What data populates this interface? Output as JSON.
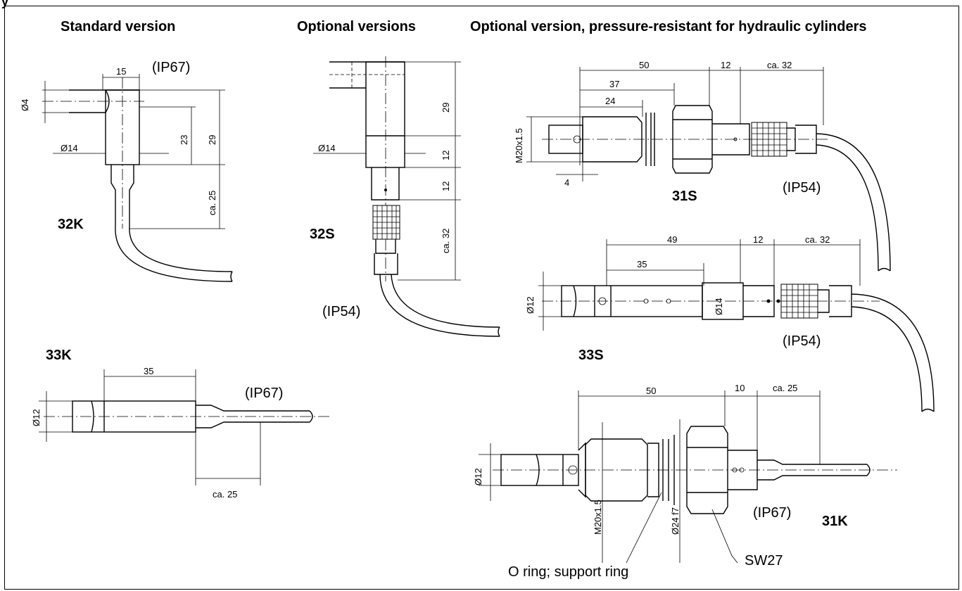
{
  "top_stub": "y",
  "headers": {
    "standard": "Standard version",
    "optional": "Optional versions",
    "pressure": "Optional version, pressure-resistant for hydraulic cylinders"
  },
  "models": {
    "k32": "32K",
    "s32": "32S",
    "k33": "33K",
    "s31": "31S",
    "s33": "33S",
    "k31": "31K"
  },
  "ratings": {
    "ip67_a": "(IP67)",
    "ip54_32s": "(IP54)",
    "ip67_33k": "(IP67)",
    "ip54_31s": "(IP54)",
    "ip54_33s": "(IP54)",
    "ip67_31k": "(IP67)"
  },
  "dims": {
    "k32_15": "15",
    "k32_d4": "Ø4",
    "k32_d14": "Ø14",
    "k32_23": "23",
    "k32_29": "29",
    "k32_ca25": "ca. 25",
    "s32_29": "29",
    "s32_d14": "Ø14",
    "s32_12a": "12",
    "s32_12b": "12",
    "s32_ca32": "ca. 32",
    "k33_35": "35",
    "k33_d12": "Ø12",
    "k33_ca25": "ca. 25",
    "s31_50": "50",
    "s31_12": "12",
    "s31_ca32": "ca. 32",
    "s31_37": "37",
    "s31_24": "24",
    "s31_m20": "M20x1.5",
    "s31_4": "4",
    "s33_49": "49",
    "s33_12": "12",
    "s33_ca32": "ca. 32",
    "s33_35": "35",
    "s33_d12": "Ø12",
    "s33_d14": "Ø14",
    "k31_50": "50",
    "k31_10": "10",
    "k31_ca25": "ca. 25",
    "k31_d12": "Ø12",
    "k31_m20": "M20x1.5",
    "k31_d24": "Ø24 f7"
  },
  "callouts": {
    "oring": "O ring; support ring",
    "sw27": "SW27"
  }
}
